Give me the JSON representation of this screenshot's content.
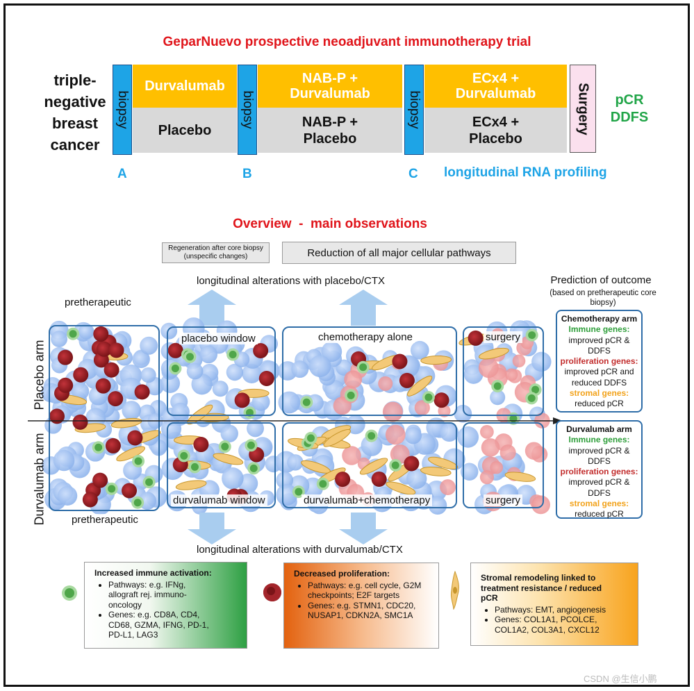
{
  "header": {
    "trial_title": "GeparNuevo prospective neoadjuvant immunotherapy trial",
    "disease_label": [
      "triple-",
      "negative",
      "breast",
      "cancer"
    ],
    "biopsy_label": "biopsy",
    "arms": [
      {
        "gold": "Durvalumab",
        "grey": "Placebo"
      },
      {
        "gold": "NAB-P + Durvalumab",
        "grey": "NAB-P + Placebo"
      },
      {
        "gold": "ECx4 + Durvalumab",
        "grey": "ECx4 + Placebo"
      }
    ],
    "surgery_label": "Surgery",
    "endpoint_1": "pCR",
    "endpoint_2": "DDFS",
    "biopsy_points": [
      "A",
      "B",
      "C"
    ],
    "profiling_label": "longitudinal RNA profiling"
  },
  "overview": {
    "title": "Overview  -  main observations",
    "regen_box": "Regeneration after core biopsy (unspecific changes)",
    "reduction_box": "Reduction of all major cellular pathways",
    "placebo_alterations": "longitudinal alterations with placebo/CTX",
    "durva_alterations": "longitudinal alterations with durvalumab/CTX",
    "placebo_arm": "Placebo arm",
    "durvalumab_arm": "Durvalumab arm",
    "pretherapeutic_top": "pretherapeutic",
    "pretherapeutic_bottom": "pretherapeutic",
    "panels_top": [
      "placebo window",
      "chemotherapy alone",
      "surgery"
    ],
    "panels_bottom": [
      "durvalumab window",
      "durvalumab+chemotherapy",
      "surgery"
    ]
  },
  "prediction": {
    "title": "Prediction of outcome",
    "subtitle": "(based on pretherapeutic core biopsy)",
    "chemo_arm": {
      "heading": "Chemotherapy arm",
      "immune_label": "Immune genes:",
      "immune_effect": "improved pCR & DDFS",
      "prolif_label": "proliferation genes:",
      "prolif_effect": "improved pCR and reduced DDFS",
      "stromal_label": "stromal genes:",
      "stromal_effect": "reduced pCR"
    },
    "durva_arm": {
      "heading": "Durvalumab arm",
      "immune_label": "Immune genes:",
      "immune_effect": "improved pCR & DDFS",
      "prolif_label": "proliferation genes:",
      "prolif_effect": "improved pCR & DDFS",
      "stromal_label": "stromal genes:",
      "stromal_effect": "reduced pCR"
    }
  },
  "legends": {
    "immune": {
      "title": "Increased immune activation:",
      "pathways": "Pathways: e.g. IFNg, allograft rej. immuno-oncology",
      "genes": "Genes: e.g. CD8A, CD4, CD68, GZMA, IFNG, PD-1, PD-L1, LAG3"
    },
    "prolif": {
      "title": "Decreased proliferation:",
      "pathways": "Pathways: e.g. cell cycle, G2M checkpoints; E2F targets",
      "genes": "Genes: e.g. STMN1, CDC20, NUSAP1, CDKN2A, SMC1A"
    },
    "stromal": {
      "title": "Stromal remodeling linked to treatment resistance / reduced pCR",
      "pathways": "Pathways: EMT, angiogenesis",
      "genes": "Genes: COL1A1, PCOLCE, COL1A2, COL3A1, CXCL12"
    }
  },
  "watermark": "CSDN @生信小鹏",
  "colors": {
    "title_red": "#e0151b",
    "biopsy_blue": "#1ea4e6",
    "drug_gold": "#ffbf00",
    "placebo_grey": "#d9d9d9",
    "surgery_pink": "#fbe0ee",
    "endpoint_green": "#21a548",
    "panel_border": "#2e6da8"
  }
}
